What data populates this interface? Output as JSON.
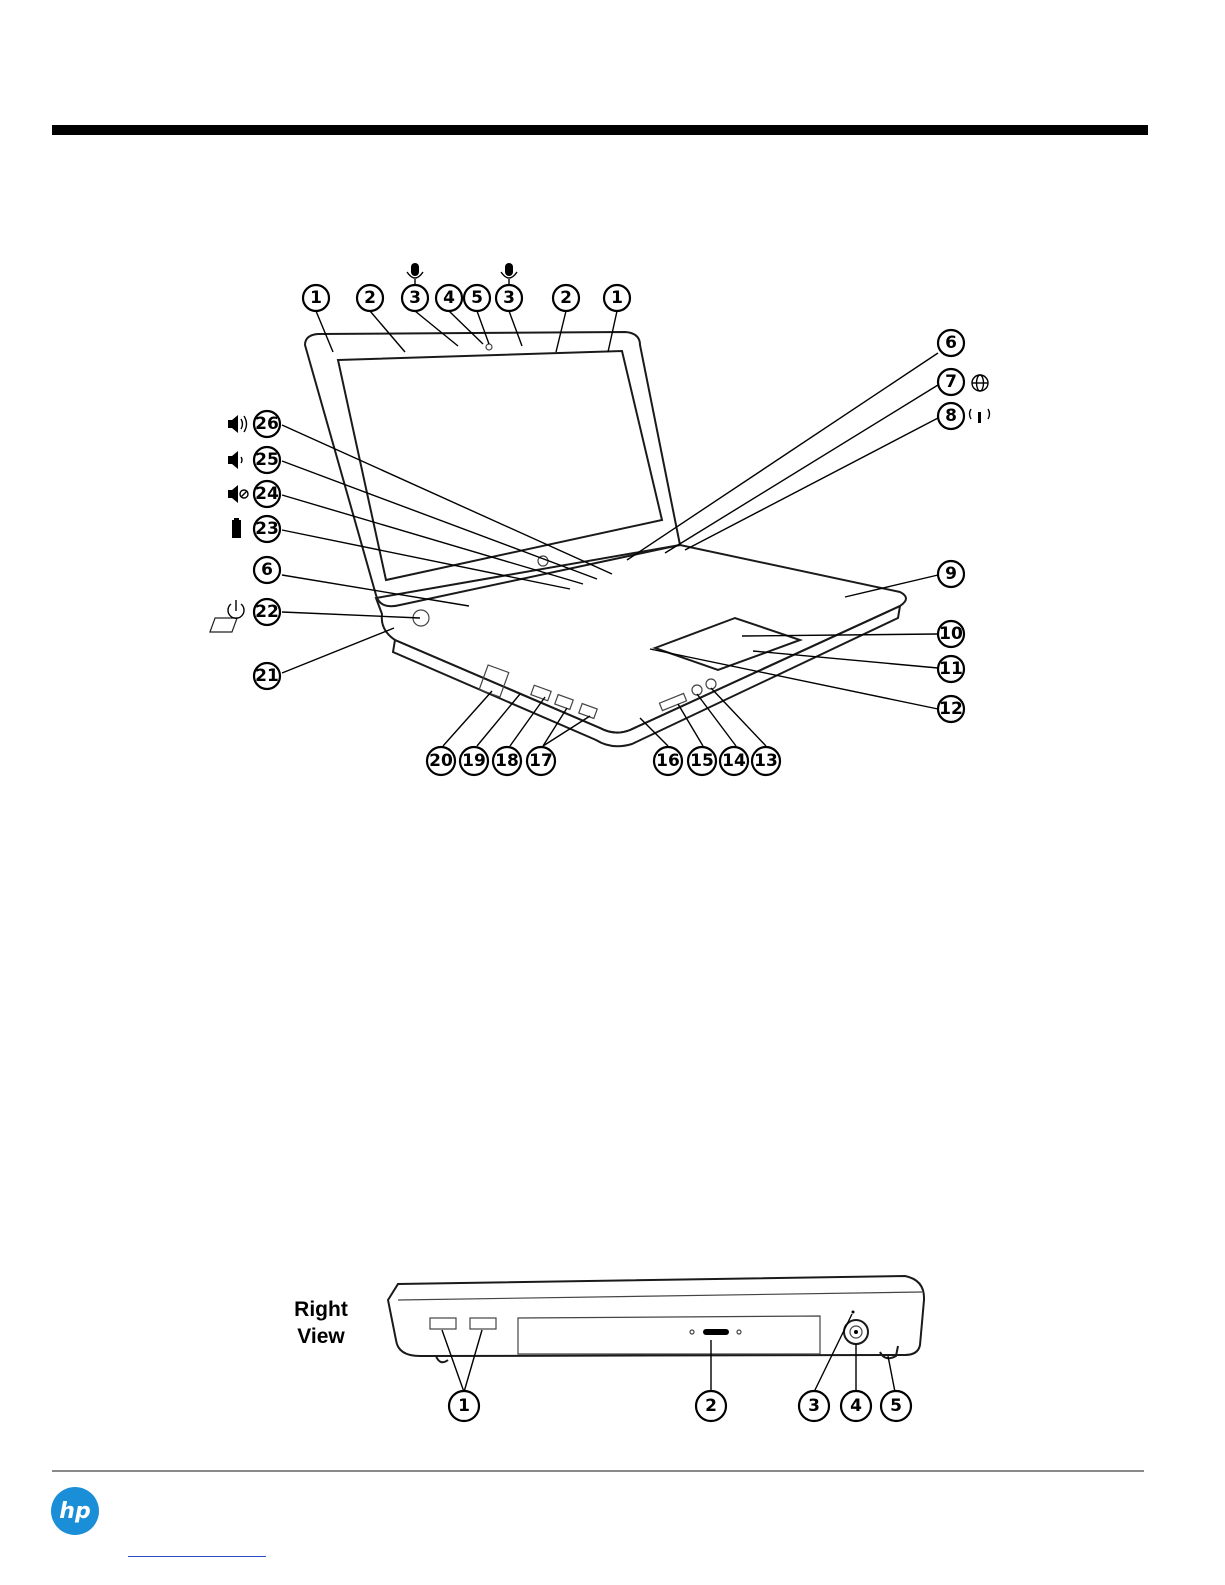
{
  "main_view": {
    "callouts": [
      "1",
      "2",
      "3",
      "4",
      "5",
      "3",
      "2",
      "1",
      "6",
      "7",
      "8",
      "26",
      "25",
      "24",
      "23",
      "6",
      "22",
      "21",
      "9",
      "10",
      "11",
      "12",
      "20",
      "19",
      "18",
      "17",
      "16",
      "15",
      "14",
      "13"
    ],
    "icons": {
      "microphone": "microphone-icon",
      "web_browser": "globe-icon",
      "wireless": "wireless-antenna-icon",
      "volume_up": "speaker-volume-up-icon",
      "volume_down": "speaker-volume-down-icon",
      "volume_mute": "speaker-mute-icon",
      "battery": "battery-icon",
      "power": "power-icon"
    }
  },
  "right_view": {
    "label_line1": "Right",
    "label_line2": "View",
    "callouts": [
      "1",
      "2",
      "3",
      "4",
      "5"
    ]
  },
  "footer": {
    "logo_text": "hp",
    "brand_color": "#1b8ed8"
  }
}
